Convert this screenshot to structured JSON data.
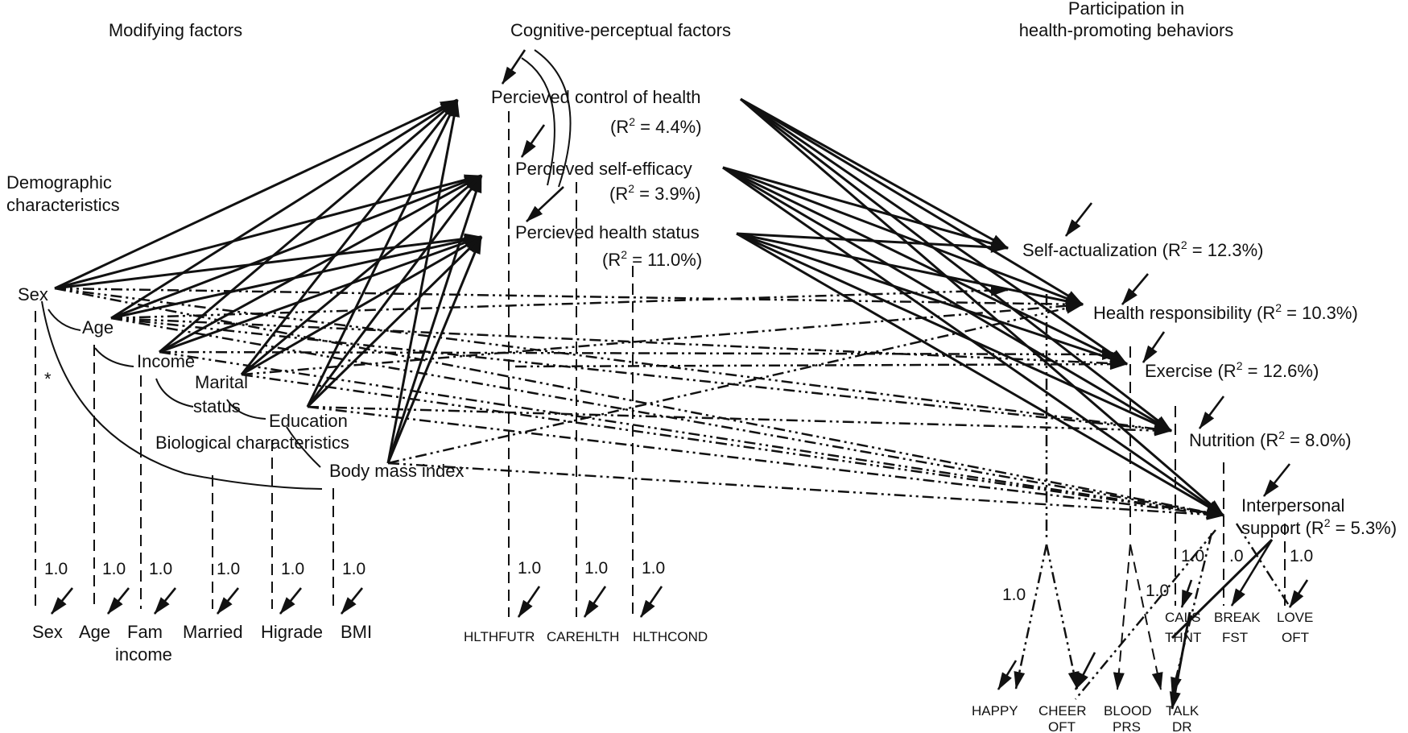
{
  "headers": {
    "modifying": "Modifying factors",
    "cognitive": "Cognitive-perceptual factors",
    "participation_line1": "Participation in",
    "participation_line2": "health-promoting behaviors"
  },
  "group_labels": {
    "demographic_line1": "Demographic",
    "demographic_line2": "characteristics",
    "biological": "Biological characteristics"
  },
  "modifying_factors": {
    "sex": "Sex",
    "age": "Age",
    "income": "Income",
    "marital_line1": "Marital",
    "marital_line2": "status",
    "education": "Education",
    "bmi": "Body mass index"
  },
  "covariance_mark": "*",
  "cognitive_factors": {
    "control": {
      "label": "Percieved control of health",
      "r2": "4.4%"
    },
    "efficacy": {
      "label": "Percieved self-efficacy",
      "r2": "3.9%"
    },
    "status": {
      "label": "Percieved health status",
      "r2": "11.0%"
    }
  },
  "behaviors": {
    "self_actualization": {
      "label": "Self-actualization",
      "r2": "12.3%"
    },
    "health_responsibility": {
      "label": "Health responsibility",
      "r2": "10.3%"
    },
    "exercise": {
      "label": "Exercise",
      "r2": "12.6%"
    },
    "nutrition": {
      "label": "Nutrition",
      "r2": "8.0%"
    },
    "interpersonal_line1": "Interpersonal",
    "interpersonal_line2": "support",
    "interpersonal_r2": "5.3%"
  },
  "observed_modifying": {
    "sex": "Sex",
    "age": "Age",
    "fam_line1": "Fam",
    "fam_line2": "income",
    "married": "Married",
    "higrade": "Higrade",
    "bmi": "BMI"
  },
  "observed_cognitive": {
    "futr": "HLTHFUTR",
    "care": "CAREHLTH",
    "cond": "HLTHCOND"
  },
  "observed_behaviors": {
    "happy": "HAPPY",
    "cheer_line1": "CHEER",
    "cheer_line2": "OFT",
    "blood_line1": "BLOOD",
    "blood_line2": "PRS",
    "talk_line1": "TALK",
    "talk_line2": "DR",
    "cals_line1": "CALS",
    "cals_line2": "THNT",
    "break_line1": "BREAK",
    "break_line2": "FST",
    "love_line1": "LOVE",
    "love_line2": "OFT"
  },
  "loading": "1.0",
  "loading_partial": ".0"
}
